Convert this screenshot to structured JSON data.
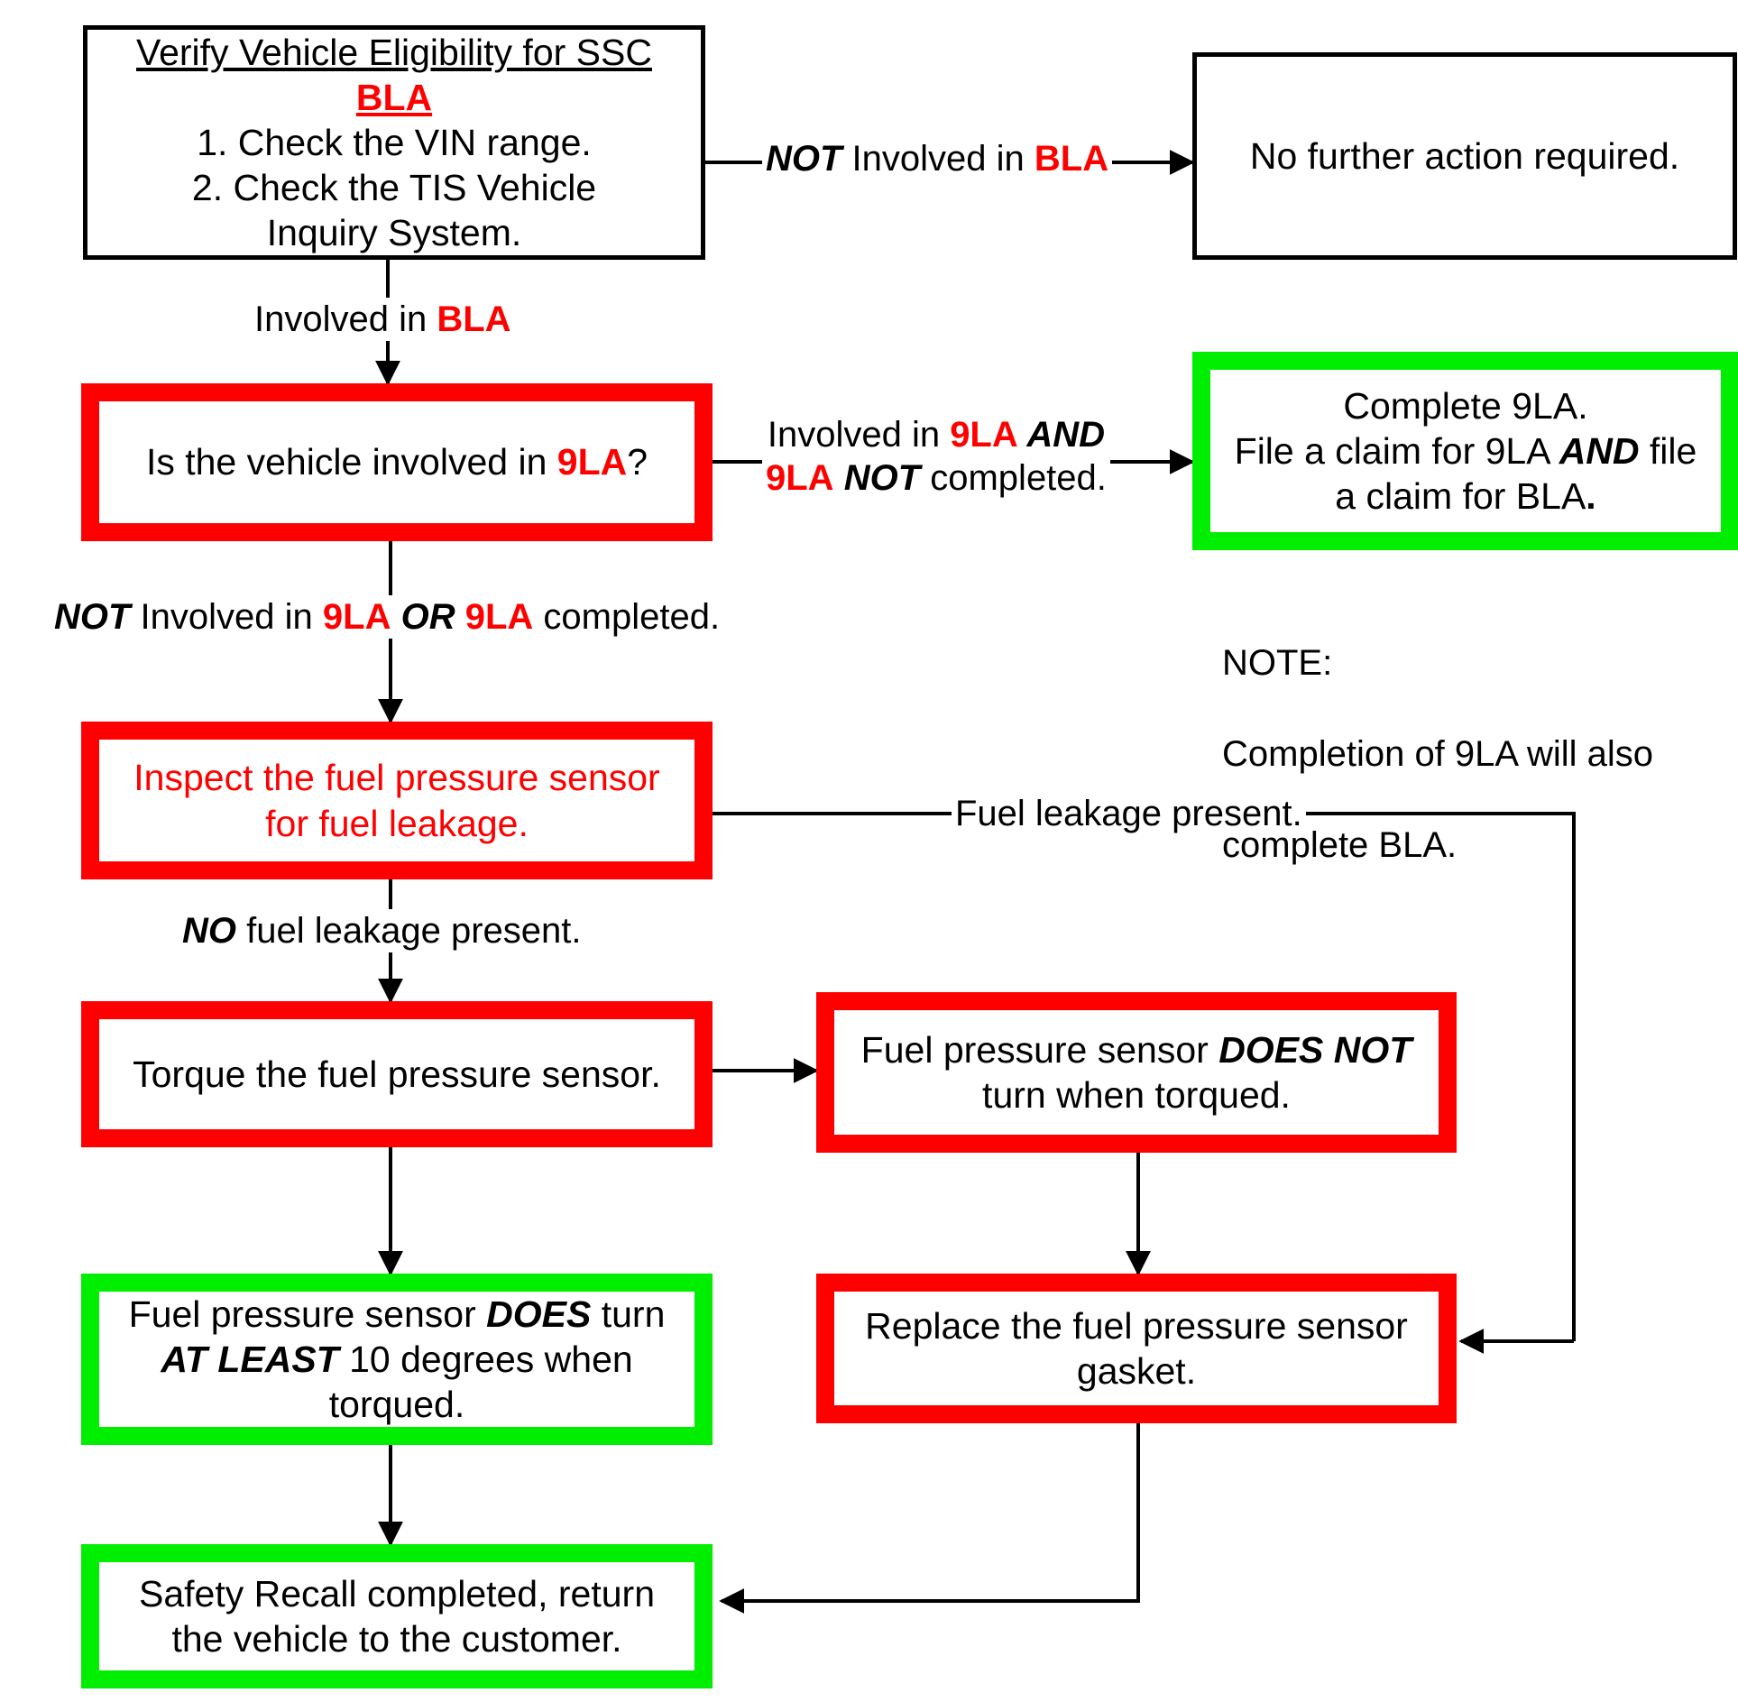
{
  "diagram": {
    "title": "SSC BLA Fuel Pressure Sensor Repair Flowchart",
    "colors": {
      "accent_red": "#ff0000",
      "accent_green": "#00ee00",
      "outline_black": "#000000",
      "background": "#ffffff"
    }
  },
  "nodes": {
    "verify": {
      "heading": "Verify Vehicle Eligibility for SSC",
      "code": "BLA",
      "step1": "1. Check the VIN range.",
      "step2_line1": "2. Check the TIS Vehicle",
      "step2_line2": "Inquiry System."
    },
    "no_action": {
      "label": "No further action required."
    },
    "is_9la": {
      "pre": "Is the vehicle involved in ",
      "code": "9LA",
      "post": "?"
    },
    "complete_9la": {
      "line1": "Complete 9LA.",
      "line2a": "File a claim for 9LA ",
      "line2b": "AND",
      "line2c": " file",
      "line3a": "a claim for BLA",
      "line3b": "."
    },
    "note": {
      "label": "NOTE:",
      "line1": "Completion of 9LA will also",
      "line2": "complete BLA."
    },
    "inspect": {
      "line1": "Inspect the fuel pressure sensor",
      "line2": "for fuel leakage."
    },
    "torque": {
      "label": "Torque the fuel pressure sensor."
    },
    "does_not_turn": {
      "line1a": "Fuel pressure sensor ",
      "line1b": "DOES NOT",
      "line2": "turn when torqued."
    },
    "does_turn": {
      "line1a": "Fuel pressure sensor ",
      "line1b": "DOES",
      "line1c": " turn",
      "line2a": "AT LEAST",
      "line2b": " 10 degrees when",
      "line3": "torqued."
    },
    "replace_gasket": {
      "line1": "Replace the fuel pressure sensor",
      "line2": "gasket."
    },
    "completed": {
      "line1": "Safety Recall completed, return",
      "line2": "the vehicle to the customer."
    }
  },
  "edges": {
    "not_involved_bla": {
      "a": "NOT",
      "b": " Involved in ",
      "c": "BLA"
    },
    "involved_bla": {
      "a": "Involved in ",
      "b": "BLA"
    },
    "involved_9la_and": {
      "line1a": "Involved in ",
      "line1b": "9LA",
      "line1c": " AND",
      "line2a": "9LA",
      "line2b": " NOT",
      "line2c": " completed."
    },
    "not_involved_9la": {
      "a": "NOT",
      "b": " Involved in ",
      "c": "9LA",
      "d": " OR ",
      "e": "9LA",
      "f": " completed."
    },
    "fuel_leakage_present": {
      "label": "Fuel leakage present."
    },
    "no_fuel_leakage": {
      "a": "NO",
      "b": " fuel leakage present."
    }
  }
}
